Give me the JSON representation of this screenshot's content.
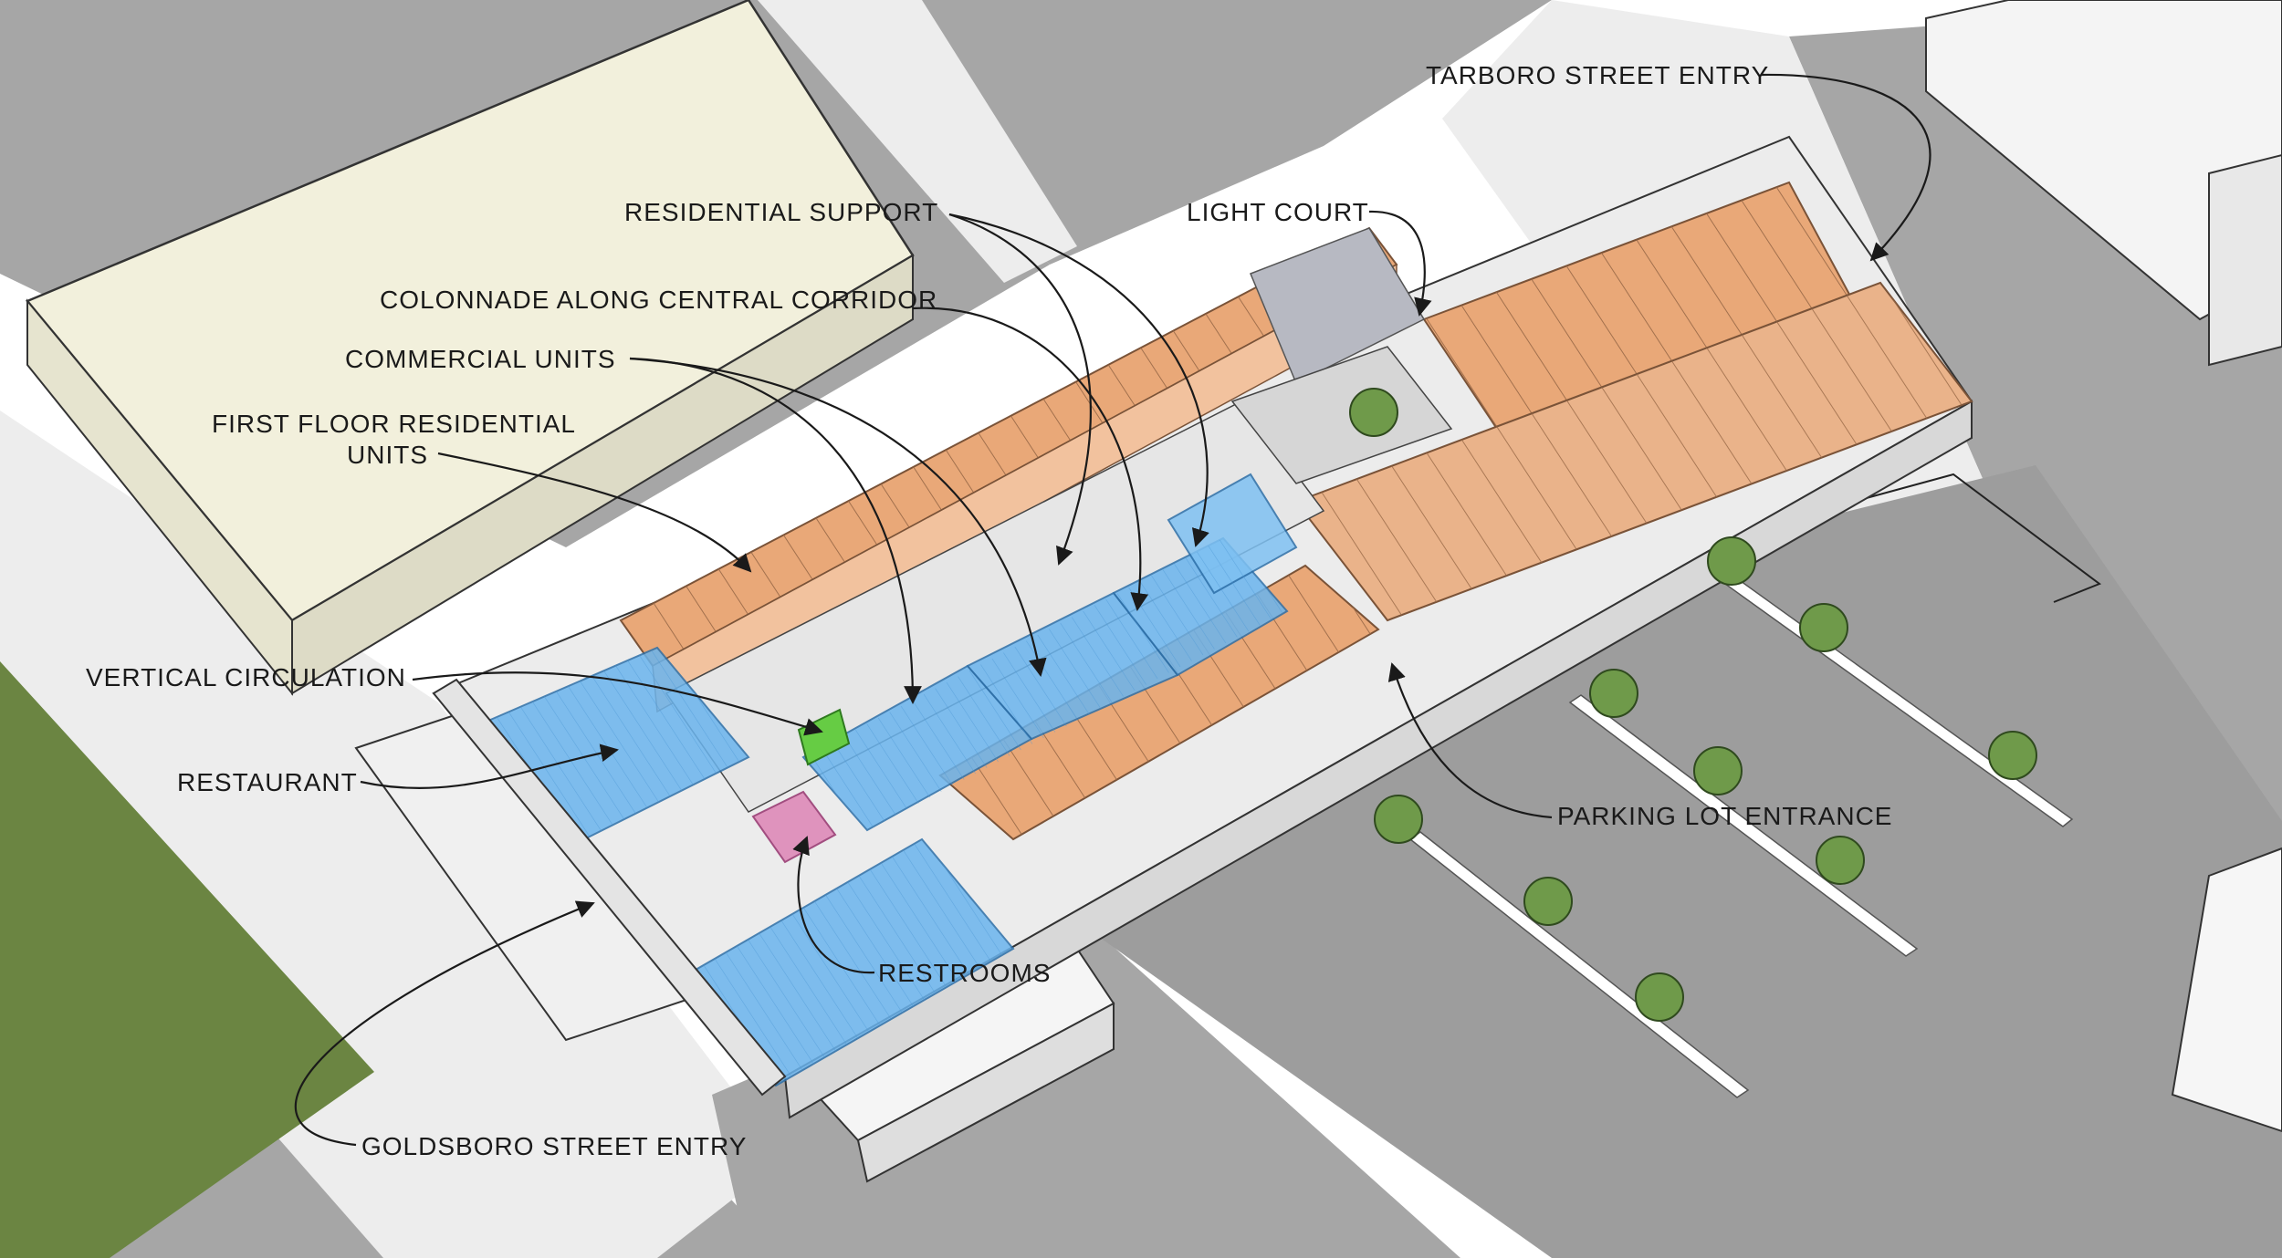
{
  "labels": {
    "tarboro_street_entry": "TARBORO STREET ENTRY",
    "residential_support": "RESIDENTIAL SUPPORT",
    "light_court": "LIGHT COURT",
    "colonnade": "COLONNADE ALONG CENTRAL CORRIDOR",
    "commercial_units": "COMMERCIAL UNITS",
    "first_floor_residential_line1": "FIRST FLOOR RESIDENTIAL",
    "first_floor_residential_line2": "UNITS",
    "vertical_circulation": "VERTICAL CIRCULATION",
    "restaurant": "RESTAURANT",
    "parking_lot_entrance": "PARKING LOT ENTRANCE",
    "restrooms": "RESTROOMS",
    "goldsboro_street_entry": "GOLDSBORO STREET ENTRY"
  },
  "colors": {
    "road": "#a6a6a6",
    "parking": "#9d9d9d",
    "sidewalk": "#ededed",
    "grass": "#6b8542",
    "neighbor_building": "#f2f0dc",
    "residential": "#e9a878",
    "commercial": "#6ab4ee",
    "vertical_circulation": "#66cc44",
    "restrooms": "#de8ab8",
    "light_court": "#b7b9c2",
    "tree": "#6f9a4a"
  }
}
